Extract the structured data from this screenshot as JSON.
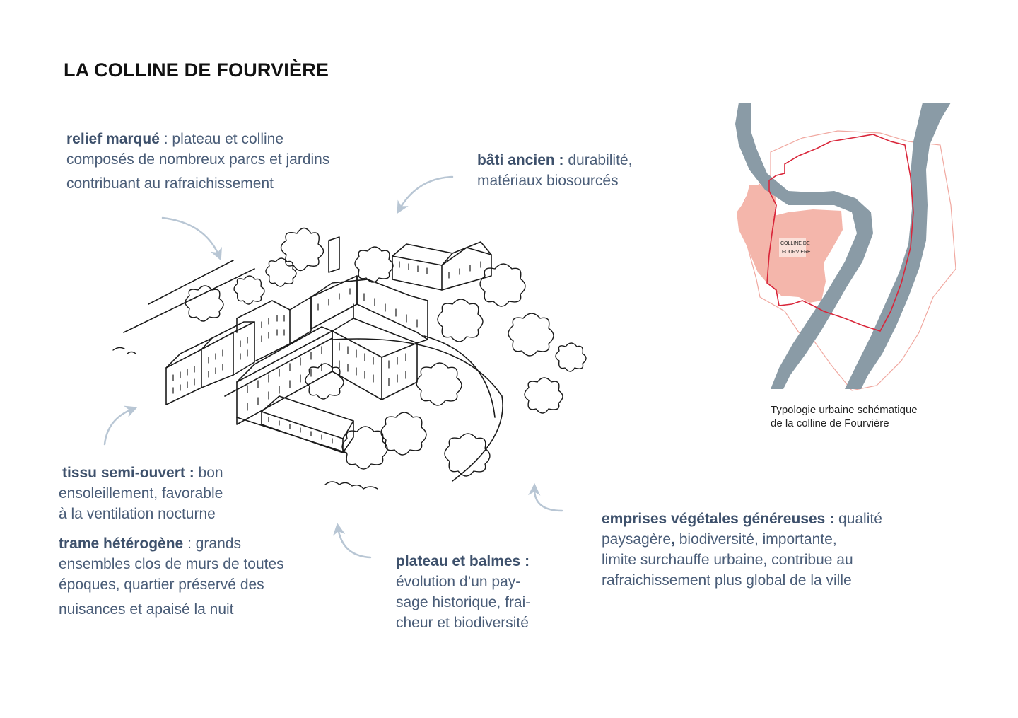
{
  "title": "LA COLLINE DE FOURVIÈRE",
  "annotations": {
    "relief": {
      "heading": "relief marqué",
      "line1": " : plateau et colline",
      "line2": "composés de nombreux parcs et jardins",
      "line3": "contribuant au rafraichissement"
    },
    "bati": {
      "heading": "bâti ancien :",
      "line1": " durabilité,",
      "line2": "matériaux biosourcés"
    },
    "tissu": {
      "heading": "tissu semi-ouvert :",
      "line1": " bon",
      "line2": "ensoleillement, favorable",
      "line3": "à la ventilation nocturne"
    },
    "trame": {
      "heading": "trame hétérogène",
      "line1": " : grands",
      "line2": "ensembles clos de murs de toutes",
      "line3": "époques, quartier préservé des",
      "line4": "nuisances et apaisé la nuit"
    },
    "plateau": {
      "heading": "plateau et balmes :",
      "line2": "évolution d’un pay-",
      "line3": "sage historique, frai-",
      "line4": "cheur et biodiversité"
    },
    "emprises": {
      "heading": "emprises végétales généreuses :",
      "line1": " qualité",
      "line2a": "paysagère",
      "line2b": ",",
      "line2c": " biodiversité, importante,",
      "line3": "limite surchauffe urbaine, contribue au",
      "line4": "rafraichissement plus global de la ville"
    }
  },
  "map": {
    "label_line1": "COLLINE DE",
    "label_line2": "FOURVIERE",
    "caption_line1": "Typologie urbaine schématique",
    "caption_line2": "de la colline de Fourvière",
    "colors": {
      "river": "#8a9ba6",
      "district_fill": "#f4b6ab",
      "boundary": "#d9263a",
      "boundary_light": "#f0a8a0"
    }
  },
  "colors": {
    "text": "#4a5d78",
    "arrow": "#b8c6d4",
    "sketch": "#1a1a1a"
  }
}
